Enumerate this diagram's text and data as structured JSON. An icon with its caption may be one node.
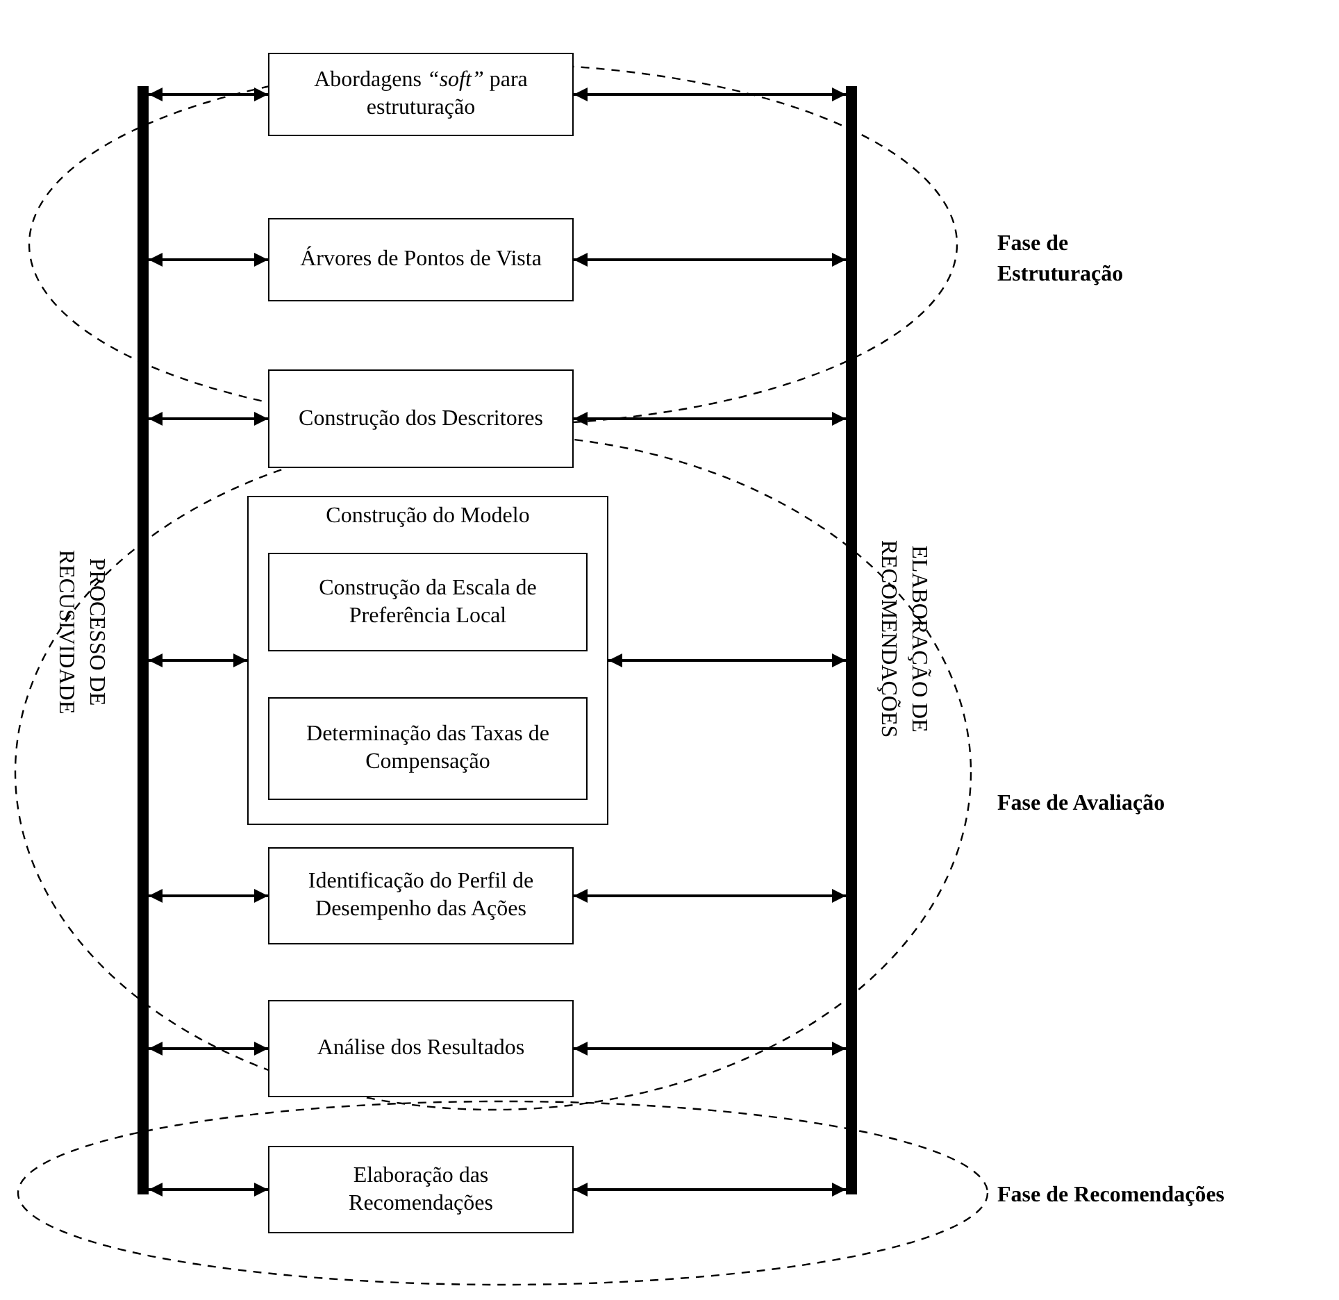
{
  "diagram": {
    "nodes": [
      {
        "text": [],
        "shape": "bar"
      },
      {
        "text": [],
        "shape": "bar"
      },
      {
        "text": [
          "Abordagens *“soft”* para estruturação"
        ]
      },
      {
        "text": [
          "Árvores de Pontos de Vista"
        ]
      },
      {
        "text": [
          "Construção dos Descritores"
        ]
      },
      {
        "text": [
          "Construção do Modelo"
        ]
      },
      {
        "text": [
          "Construção da Escala de Preferência Local"
        ],
        "in": 5
      },
      {
        "text": [
          "Determinação das Taxas de Compensação"
        ],
        "in": 5
      },
      {
        "text": [
          "Identificação do Perfil de Desempenho das Ações"
        ]
      },
      {
        "text": [
          "Análise dos Resultados"
        ]
      },
      {
        "text": [
          "Elaboração das Recomendações"
        ]
      }
    ],
    "edges": [
      {
        "from": 0,
        "to": 2,
        "arrow": "both"
      },
      {
        "from": 2,
        "to": 1,
        "arrow": "both"
      },
      {
        "from": 0,
        "to": 3,
        "arrow": "both"
      },
      {
        "from": 3,
        "to": 1,
        "arrow": "both"
      },
      {
        "from": 0,
        "to": 4,
        "arrow": "both"
      },
      {
        "from": 4,
        "to": 1,
        "arrow": "both"
      },
      {
        "from": 0,
        "to": 5,
        "arrow": "both"
      },
      {
        "from": 5,
        "to": 1,
        "arrow": "both"
      },
      {
        "from": 0,
        "to": 8,
        "arrow": "both"
      },
      {
        "from": 8,
        "to": 1,
        "arrow": "both"
      },
      {
        "from": 0,
        "to": 9,
        "arrow": "both"
      },
      {
        "from": 9,
        "to": 1,
        "arrow": "both"
      },
      {
        "from": 0,
        "to": 10,
        "arrow": "both"
      },
      {
        "from": 10,
        "to": 1,
        "arrow": "both"
      }
    ],
    "labels": [
      "Fase de Estruturação",
      "PROCESSO DE RECUSIVIDADE",
      "ELABORAÇÃO DE RECOMENDAÇÕES",
      "Fase de Avaliação",
      "Fase de Recomendações"
    ]
  }
}
